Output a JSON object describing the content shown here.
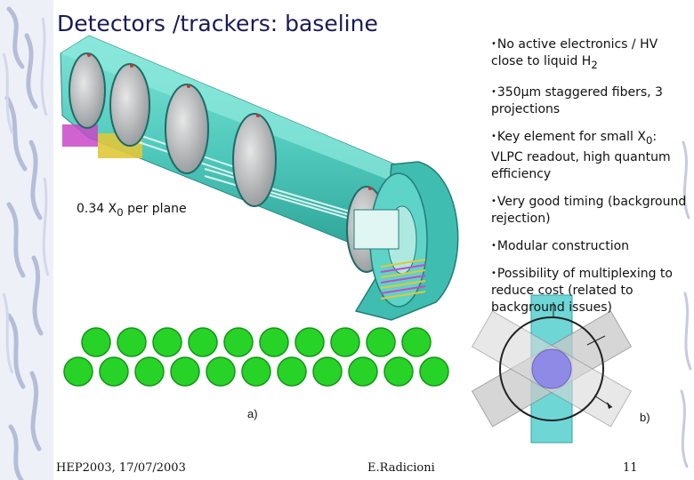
{
  "slide": {
    "title": "Detectors /trackers: baseline",
    "bullets": [
      {
        "main": "No active electronics / HV close to liquid H",
        "sub": "2",
        "rest": ""
      },
      {
        "main": "350µm staggered fibers, 3 projections",
        "sub": "",
        "rest": ""
      },
      {
        "main": "Key element for small X",
        "sub": "0",
        "rest": ": VLPC readout, high quantum efficiency"
      },
      {
        "main": "Very good timing (background rejection)",
        "sub": "",
        "rest": ""
      },
      {
        "main": "Modular construction",
        "sub": "",
        "rest": ""
      },
      {
        "main": "Possibility of multiplexing to reduce cost (related to background issues)",
        "sub": "",
        "rest": ""
      }
    ],
    "plane_label": {
      "main": "0.34 X",
      "sub": "0",
      "rest": " per plane"
    },
    "figure_a_label": "a)",
    "figure_b_label": "b)",
    "footer": {
      "left": "HEP2003, 17/07/2003",
      "center": "E.Radicioni",
      "page": "11"
    }
  }
}
